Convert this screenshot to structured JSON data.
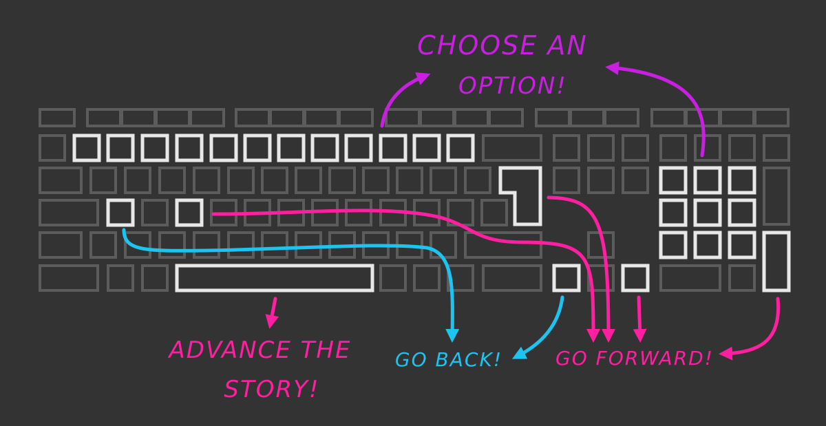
{
  "colors": {
    "background": "#333333",
    "key_dim": "#5c5c5c",
    "key_highlight": "#e8e8e8",
    "choose_option": "#c81fe0",
    "advance_story": "#ff1fa0",
    "go_back": "#1ec4f0",
    "go_forward": "#ff1fa0"
  },
  "labels": {
    "choose_option_line1": "CHOOSE AN",
    "choose_option_line2": "OPTION!",
    "advance_story_line1": "ADVANCE THE",
    "advance_story_line2": "STORY!",
    "go_back": "GO BACK!",
    "go_forward": "GO FORWARD!"
  }
}
